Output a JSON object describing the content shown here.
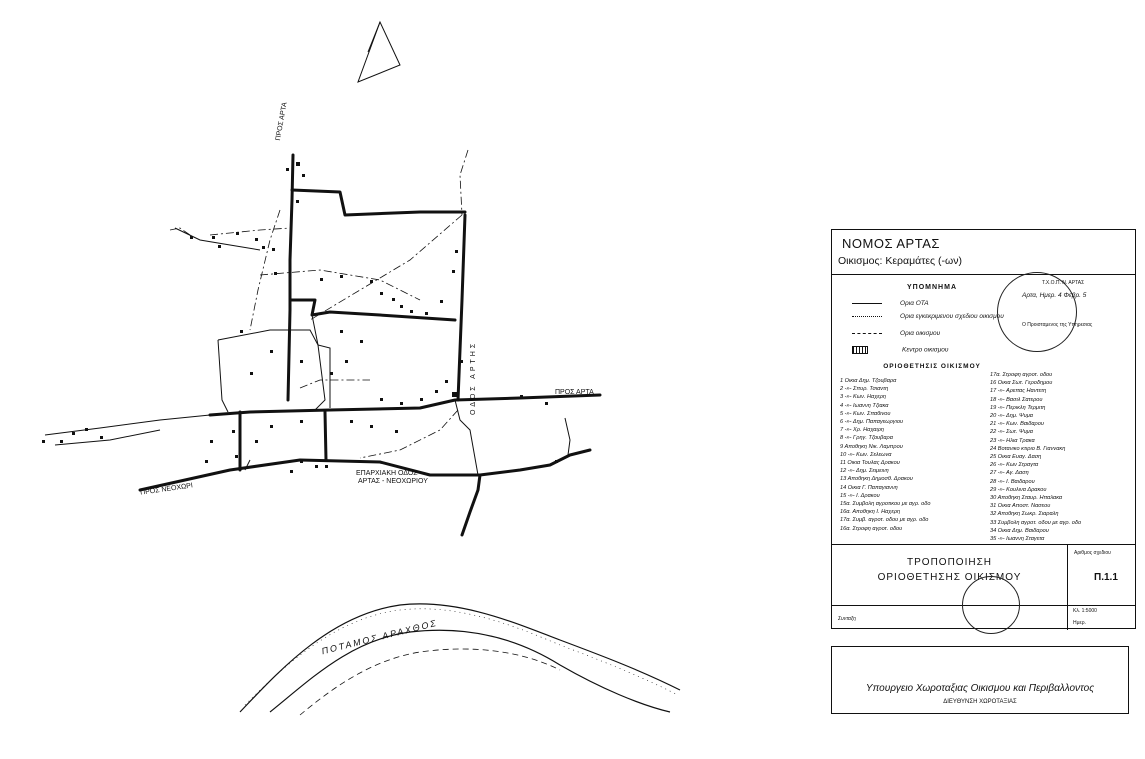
{
  "title": {
    "prefecture": "ΝΟΜΟΣ ΑΡΤΑΣ",
    "settlement": "Οικισμος: Κεραμάτες (-ων)"
  },
  "legend": {
    "heading": "ΥΠΟΜΝΗΜΑ",
    "items": [
      {
        "label": "Ορια ΟΤΑ"
      },
      {
        "label": "Ορια εγκεκριμενου σχεδιου οικισμου"
      },
      {
        "label": "Ορια οικισμου"
      },
      {
        "label": "Κεντρο οικισμου"
      }
    ]
  },
  "boundary_list": {
    "heading": "ΟΡΙΟΘΕΤΗΣΙΣ ΟΙΚΙΣΜΟΥ",
    "left": [
      "1  Οικια  Δημ. Τζουβαρα",
      "2  -»-  Σπυρ. Τσιαντη",
      "3  -»-  Κων. Ηαχερη",
      "4  -»-  Ιωαννη Τζιακα",
      "5  -»-  Κων. Σπαθινου",
      "6  -»-  Δημ. Παπαγεωργιου",
      "7  -»-  Χρ. Ηαχαιρη",
      "8  -»-  Γρηγ. Τζουβαρα",
      "9  Αποθηκη  Νικ. Λαμπρου",
      "10  -»-  Κων. Σελεωνα",
      "11  Οικια  Τουλας Δρακου",
      "12  -»-  Δημ. Σειμεινη",
      "13  Αποθηκη  Δημοσθ. Δρακου",
      "14  Οικια  Γ. Παπαγιαννη",
      "15  -»-  Ι. Δρακου",
      "15α.  Συμβολη αγροτικου με αγρ. οδο",
      "16α.  Αποθηκη  Ι. Ηαχερη",
      "17α.  Συμβ. αγροτ. οδου με αγρ. οδο",
      "16α.  Στροφη αγροτ. οδου"
    ],
    "right": [
      "17α.  Στροφη αγροτ. οδου",
      "16  Οικια  Σωτ. Γεροδημου",
      "17  -»-  Αρεπας Ηαντετη",
      "18  -»-  Βασιλ Σατερου",
      "19  -»-  Περικλη Τερμιτη",
      "20  -»-  Δημ. Ψυμα",
      "21  -»-  Κων. Βαιδαρου",
      "22  -»-  Σωτ. Ψυμα",
      "23  -»-  Ηλια Τρακα",
      "24  Βοτανικο κτιριο Β. Γιαννακη",
      "25  Οικια  Ευαγ. Δαση",
      "26  -»-  Κων Στραγτα",
      "27  -»-  Αγ. Δαση",
      "28  -»-  Ι. Βαιδαρου",
      "29  -»-  Κουλινα Δρακου",
      "30  Αποθηκη  Σταυρ. Ηπαλακα",
      "31  Οικια  Αποστ. Νασεου",
      "32  Αποθηκη  Σωκρ. Σιαραλη",
      "33  Συμβολη αγροτ. οδου με αγρ. οδο",
      "34  Οικια  Δημ. Βαιδαρου",
      "35  -»-  Ιωαννη Σταγετα"
    ]
  },
  "title_block": {
    "line1": "ΤΡΟΠΟΠΟΙΗΣΗ",
    "line2": "ΟΡΙΟΘΕΤΗΣΗΣ ΟΙΚΙΣΜΟΥ",
    "code_label": "Αριθμος σχεδιου",
    "code": "Π.1.1",
    "scale": "Κλ. 1:5000",
    "date_label": "Ημερ.",
    "signed_label": "Συνταξη"
  },
  "stamp_text": {
    "office": "Τ.Χ.Ο.Π. Ν. ΑΡΤΑΣ",
    "date_line": "Αρτα, Ημερ. 4 Φεβρ. 5",
    "role": "Ο Προισταμενος της Υπηρεσιας"
  },
  "ministry": {
    "name": "Υπουργειο Χωροταξιας Οικισμου και Περιβαλλοντος",
    "dept": "ΔΙΕΥΘΥΝΣΗ ΧΩΡΟΤΑΞΙΑΣ"
  },
  "map_labels": {
    "road_east": "ΠΡΟΣ ΑΡΤΑ",
    "road_west": "ΠΡΟΣ ΝΕΟΧΩΡΙ",
    "road_north": "ΠΡΟΣ ΑΡΤΑ",
    "provincial_road_1": "ΕΠΑΡΧΙΑΚΗ ΟΔΟΣ",
    "provincial_road_2": "ΑΡΤΑΣ - ΝΕΟΧΩΡΙΟΥ",
    "north_road": "ΟΔΟΣ ΑΡΤΗΣ",
    "river": "ΠΟΤΑΜΟΣ   ΑΡΑΧΘΟΣ"
  }
}
